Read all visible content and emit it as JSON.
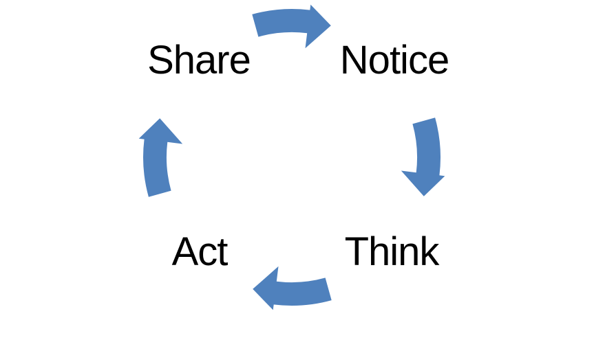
{
  "diagram": {
    "type": "cycle",
    "flow_direction": "clockwise",
    "background_color": "#ffffff",
    "arrow_color": "#4f81bd",
    "text_color": "#000000",
    "steps": [
      {
        "label": "Share",
        "position": "top-left"
      },
      {
        "label": "Notice",
        "position": "top-right"
      },
      {
        "label": "Think",
        "position": "bottom-right"
      },
      {
        "label": "Act",
        "position": "bottom-left"
      }
    ],
    "arrows": [
      {
        "from": "Share",
        "to": "Notice"
      },
      {
        "from": "Notice",
        "to": "Think"
      },
      {
        "from": "Think",
        "to": "Act"
      },
      {
        "from": "Act",
        "to": "Share"
      }
    ]
  }
}
